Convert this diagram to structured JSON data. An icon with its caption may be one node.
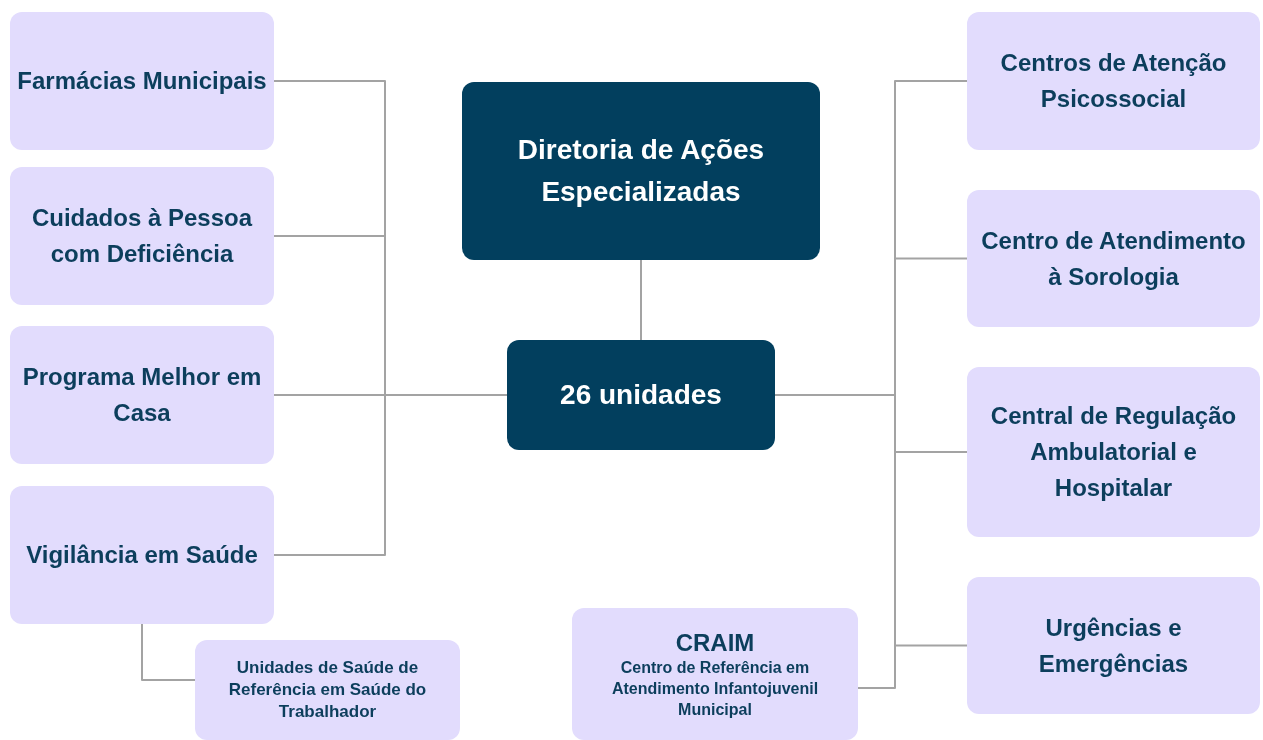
{
  "diagram": {
    "nodes": [
      {
        "text": [
          "Diretoria de Ações Especializadas"
        ]
      },
      {
        "text": [
          "26 unidades"
        ]
      },
      {
        "text": [
          "Farmácias Municipais"
        ]
      },
      {
        "text": [
          "Cuidados à Pessoa com Deficiência"
        ]
      },
      {
        "text": [
          "Programa Melhor em Casa"
        ]
      },
      {
        "text": [
          "Vigilância em Saúde"
        ]
      },
      {
        "text": [
          "Unidades de Saúde de Referência em Saúde do Trabalhador"
        ]
      },
      {
        "text": [
          "CRAIM",
          "Centro de Referência em Atendimento Infantojuvenil Municipal"
        ]
      },
      {
        "text": [
          "Centros de Atenção Psicossocial"
        ]
      },
      {
        "text": [
          "Centro de Atendimento à Sorologia"
        ]
      },
      {
        "text": [
          "Central de Regulação Ambulatorial e Hospitalar"
        ]
      },
      {
        "text": [
          "Urgências e Emergências"
        ]
      }
    ],
    "edges": [
      {
        "from": 0,
        "to": 1,
        "arrow": "none"
      },
      {
        "from": 1,
        "to": 2,
        "arrow": "none"
      },
      {
        "from": 1,
        "to": 3,
        "arrow": "none"
      },
      {
        "from": 1,
        "to": 4,
        "arrow": "none"
      },
      {
        "from": 1,
        "to": 5,
        "arrow": "none"
      },
      {
        "from": 5,
        "to": 6,
        "arrow": "none"
      },
      {
        "from": 1,
        "to": 8,
        "arrow": "none"
      },
      {
        "from": 1,
        "to": 9,
        "arrow": "none"
      },
      {
        "from": 1,
        "to": 10,
        "arrow": "none"
      },
      {
        "from": 1,
        "to": 11,
        "arrow": "none"
      },
      {
        "from": 1,
        "to": 7,
        "arrow": "none"
      }
    ]
  }
}
